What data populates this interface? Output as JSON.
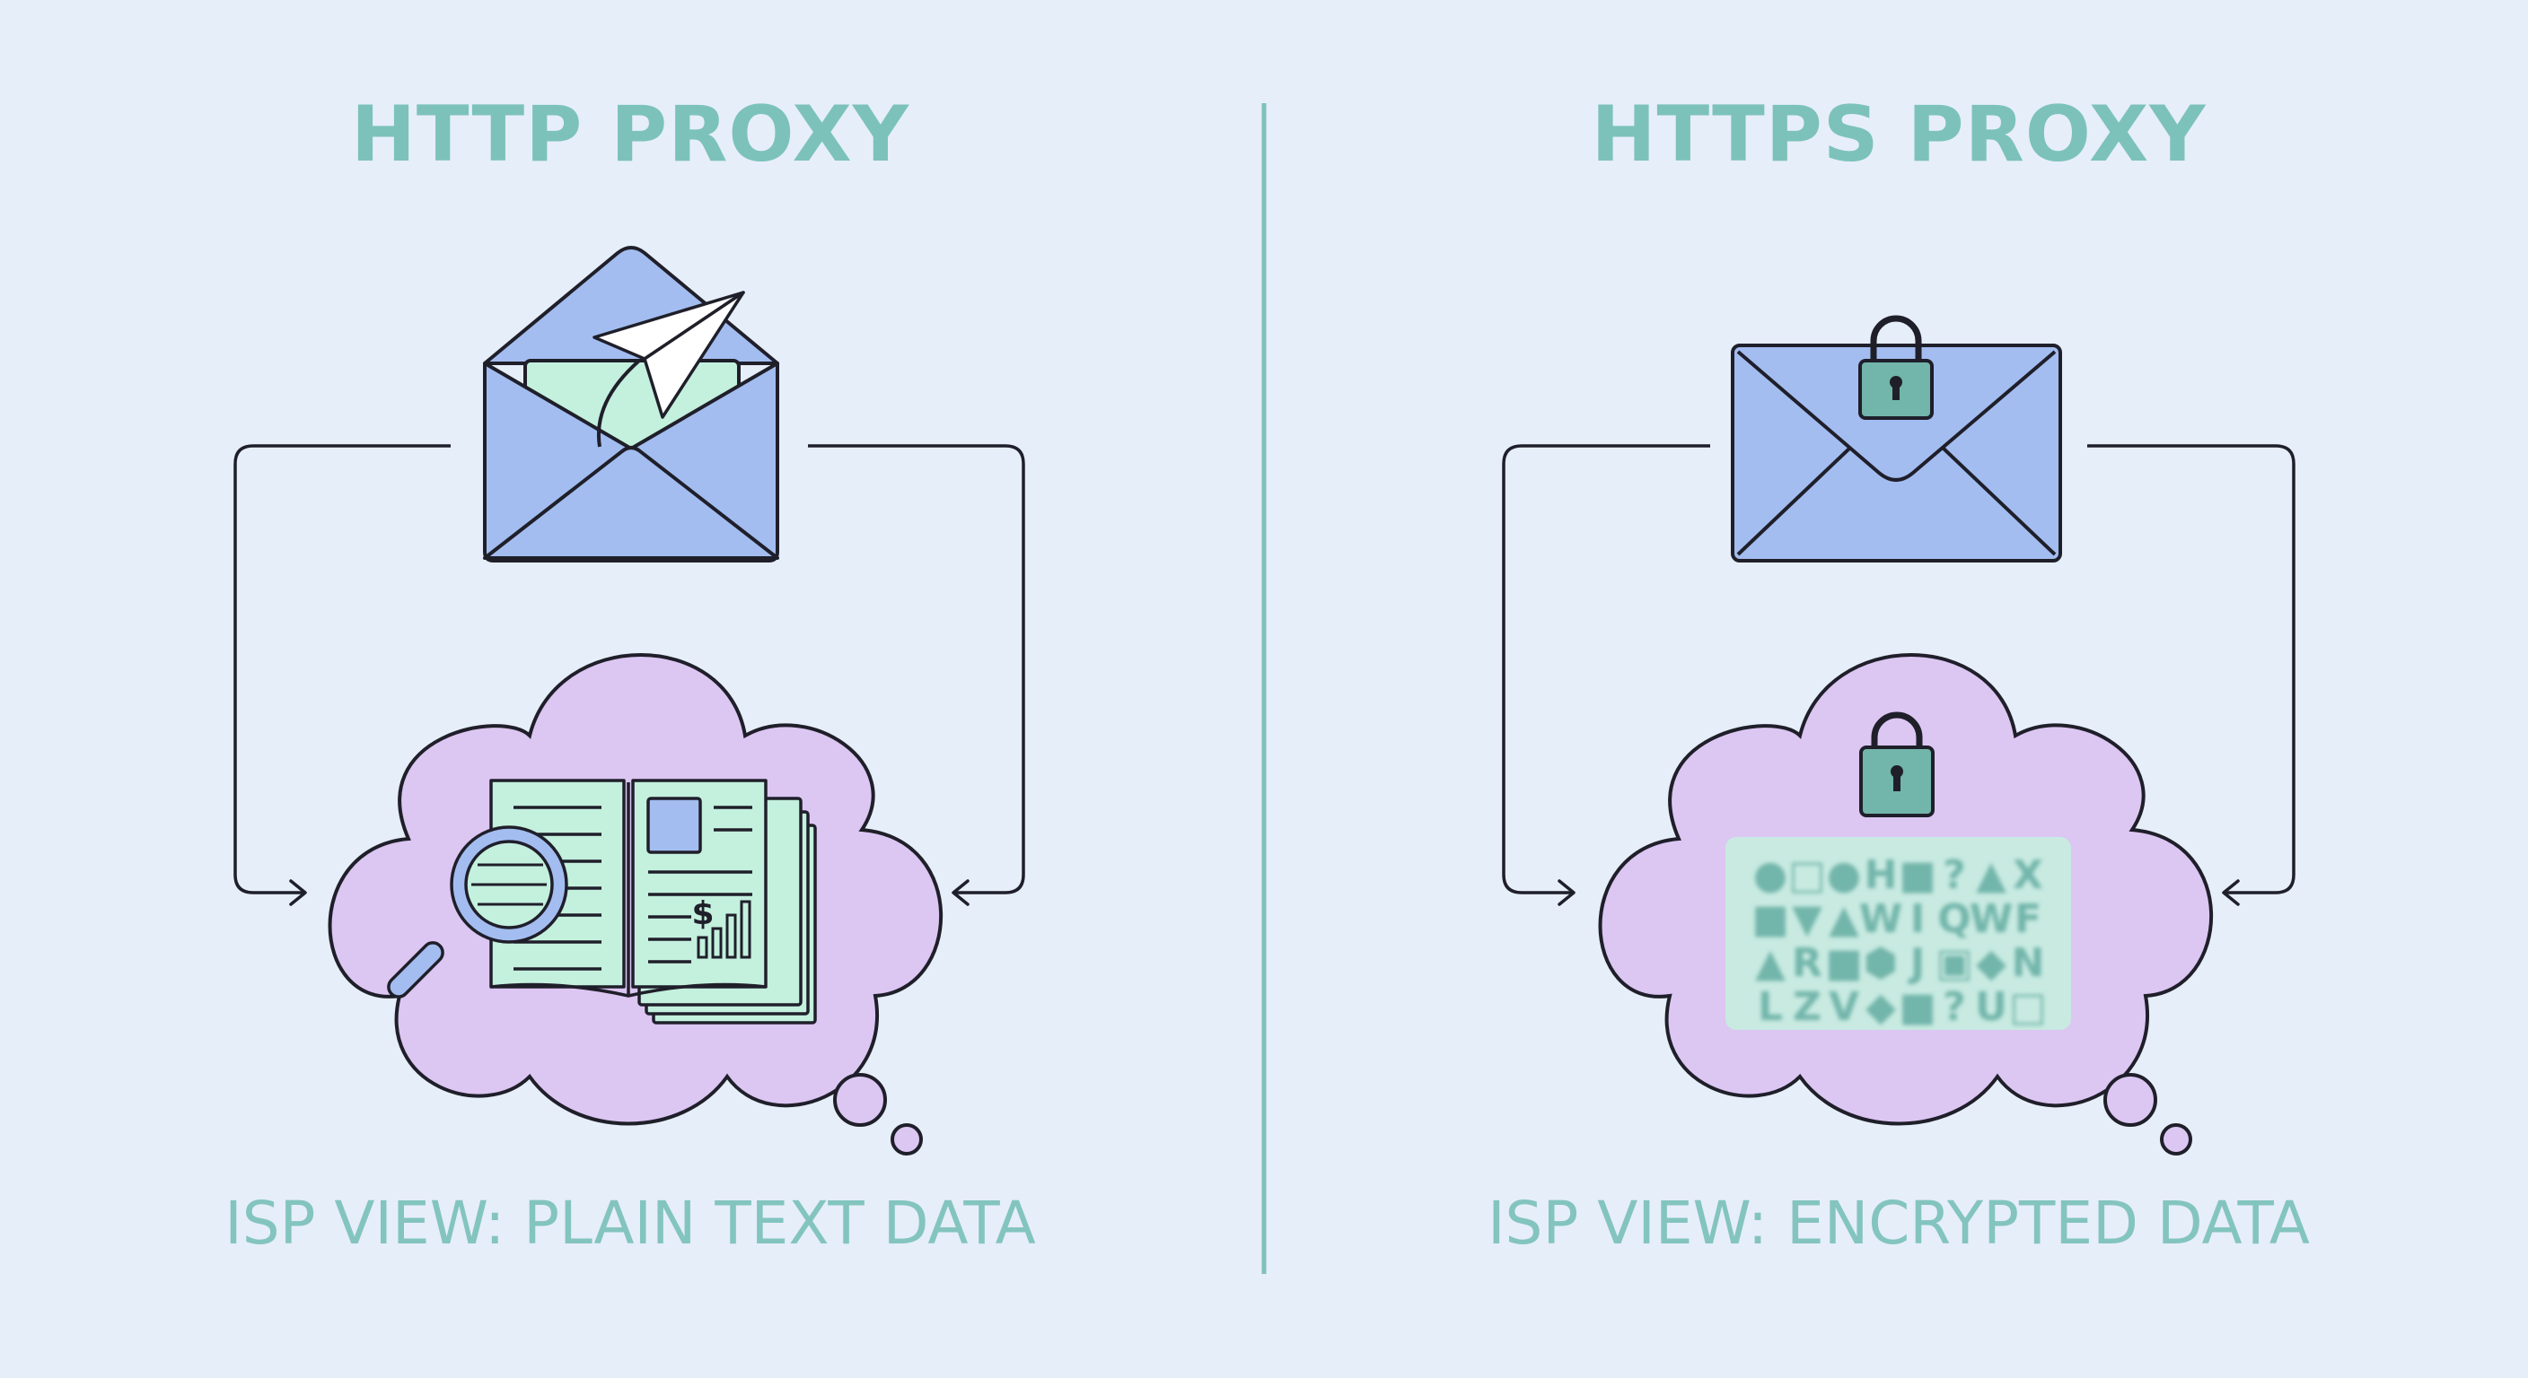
{
  "http": {
    "title": "HTTP PROXY",
    "caption": "ISP VIEW: PLAIN TEXT DATA",
    "document_symbol": "$"
  },
  "https": {
    "title": "HTTPS PROXY",
    "caption": "ISP VIEW: ENCRYPTED DATA",
    "cipher_rows": [
      [
        "●",
        "□",
        "●",
        "H",
        "■",
        "?",
        "▲",
        "X"
      ],
      [
        "■",
        "▼",
        "▲",
        "W",
        "I",
        "Q",
        "W",
        "F"
      ],
      [
        "▲",
        "R",
        "■",
        "⬢",
        "J",
        "▣",
        "◆",
        "N"
      ],
      [
        "L",
        "Z",
        "V",
        "◆",
        "■",
        "?",
        "U",
        "□"
      ]
    ]
  },
  "colors": {
    "background": "#e6eef9",
    "title": "#7cc2bb",
    "caption": "#83c4bf",
    "divider": "#7fc1ba",
    "envelope": "#a3bdf0",
    "letter": "#c4f0de",
    "cloud": "#dcc6f2",
    "lock": "#72b5aa",
    "outline": "#1f1f2a"
  },
  "icons": [
    "envelope-icon",
    "paper-plane-icon",
    "open-book-icon",
    "magnifier-icon",
    "bar-chart-icon",
    "padlock-icon",
    "thought-cloud-icon"
  ]
}
